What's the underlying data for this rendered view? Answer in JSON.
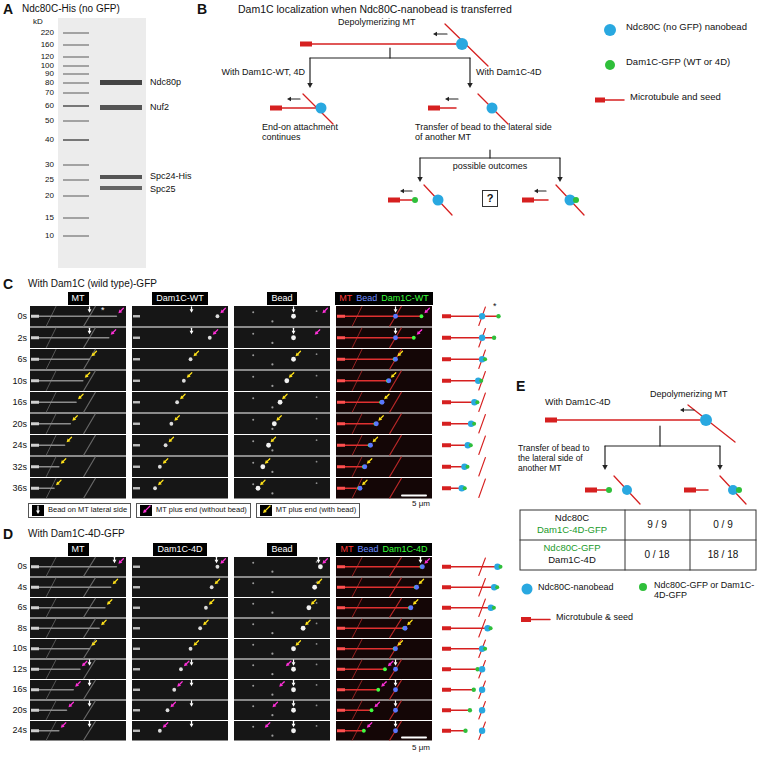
{
  "diagram": {
    "nodes": [
      {
        "text": [
          "?"
        ]
      },
      {
        "text": [
          "MT"
        ]
      },
      {
        "text": [
          "Dam1C-WT"
        ]
      },
      {
        "text": [
          "Bead"
        ]
      },
      {
        "text": [
          "MT",
          "Bead",
          "Dam1C-WT"
        ]
      },
      {
        "text": [
          "MT"
        ]
      },
      {
        "text": [
          "Dam1C-4D"
        ]
      },
      {
        "text": [
          "Bead"
        ]
      },
      {
        "text": [
          "MT",
          "Bead",
          "Dam1C-4D"
        ]
      }
    ],
    "labels": [
      "A",
      "Ndc80C-His (no GFP)",
      "kD",
      "220",
      "160",
      "120",
      "100",
      "90",
      "80",
      "70",
      "60",
      "50",
      "40",
      "30",
      "25",
      "20",
      "15",
      "10",
      "Ndc80p",
      "Nuf2",
      "Spc24-His",
      "Spc25",
      "B",
      "Dam1C localization when Ndc80C-nanobead is transferred",
      "Depolymerizing MT",
      "With Dam1C-WT, 4D",
      "With Dam1C-4D",
      "End-on attachment continues",
      "Transfer of bead to the lateral side of another MT",
      "possible outcomes",
      "C",
      "With Dam1C (wild type)-GFP",
      "0s",
      "2s",
      "6s",
      "10s",
      "16s",
      "20s",
      "24s",
      "32s",
      "36s",
      "5 μm",
      "D",
      "With Dam1C-4D-GFP",
      "0s",
      "4s",
      "6s",
      "8s",
      "10s",
      "12s",
      "16s",
      "20s",
      "24s",
      "5 μm",
      "E",
      "With Dam1C-4D",
      "Depolymerizing MT",
      "Transfer of bead to the lateral side of another MT",
      "Ndc80C",
      "Dam1C-4D-GFP",
      "9 / 9",
      "0 / 9",
      "Ndc80C-GFP",
      "Dam1C-4D",
      "0 / 18",
      "18 / 18",
      "*",
      "*"
    ],
    "legend": [
      {
        "text": "Ndc80C (no GFP) nanobead"
      },
      {
        "text": "Dam1C-GFP (WT or 4D)"
      },
      {
        "text": "Microtubule and seed"
      },
      {
        "text": "Bead on MT lateral side"
      },
      {
        "text": "MT plus end (without bead)"
      },
      {
        "text": "MT plus end (with bead)"
      },
      {
        "text": "Ndc80C-nanobead"
      },
      {
        "text": "Ndc80C-GFP or Dam1C-4D-GFP"
      },
      {
        "text": "Microtubule & seed"
      }
    ]
  }
}
